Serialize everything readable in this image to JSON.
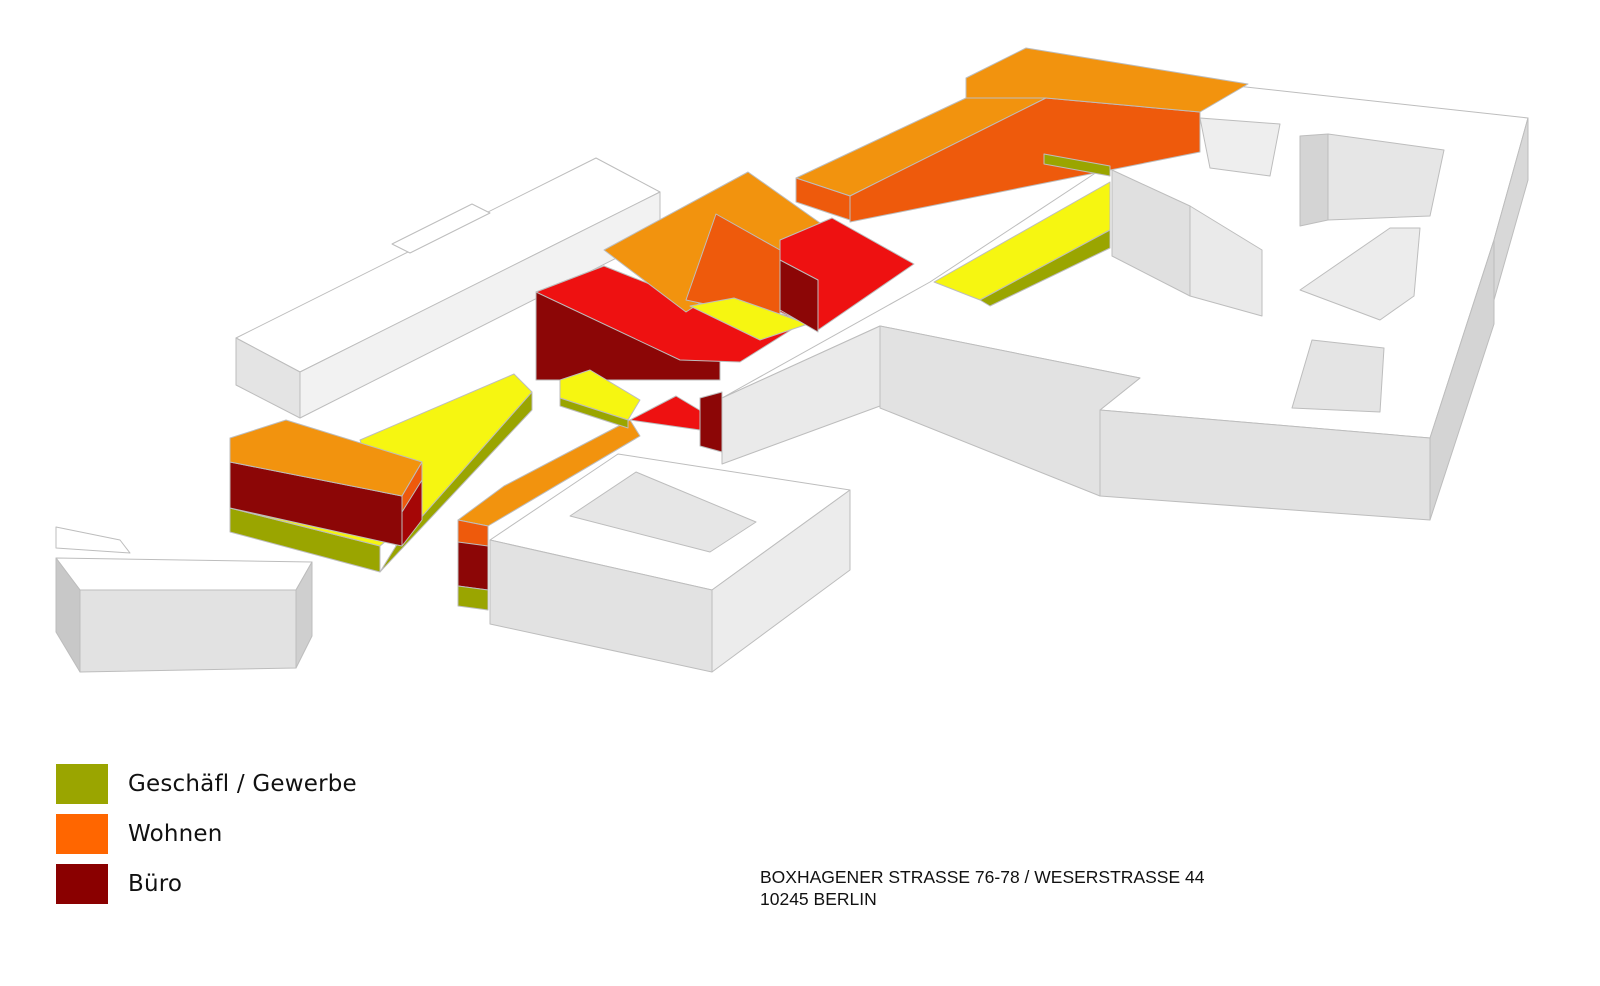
{
  "legend": {
    "items": [
      {
        "label": "Geschäfl / Gewerbe",
        "color": "#9aa500"
      },
      {
        "label": "Wohnen",
        "color": "#ff6600"
      },
      {
        "label": "Büro",
        "color": "#8a0000"
      }
    ]
  },
  "address": {
    "line1": "BOXHAGENER STRASSE 76-78 / WESERSTRASSE 44",
    "line2": "10245 BERLIN"
  },
  "palette": {
    "wohnen_top": "#f2930e",
    "wohnen_side": "#ee5a0c",
    "buero_top": "#ee1111",
    "buero_side": "#8c0606",
    "gewerbe_top": "#f6f611",
    "gewerbe_side": "#9aa500",
    "existing_top": "#ffffff",
    "existing_side": "#e2e2e2",
    "existing_dark": "#c8c8c8"
  }
}
